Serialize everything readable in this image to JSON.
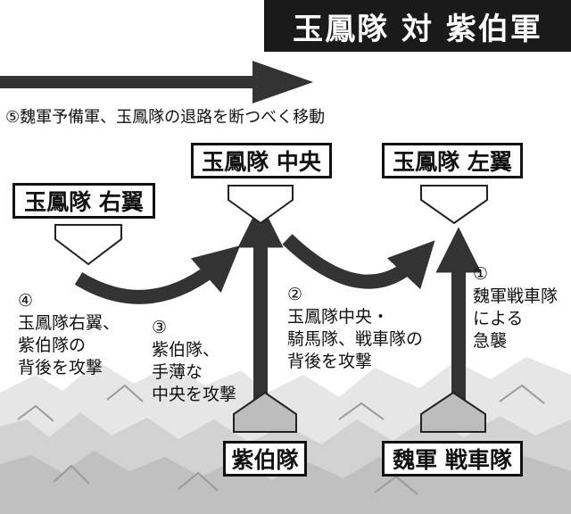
{
  "title": "玉鳳隊 対 紫伯軍",
  "caption": "⑤魏軍予備軍、玉鳳隊の退路を断つべく移動",
  "units": {
    "right_wing": "玉鳳隊 右翼",
    "center": "玉鳳隊 中央",
    "left_wing": "玉鳳隊 左翼",
    "shihaku": "紫伯隊",
    "gi_chariots": "魏軍 戦車隊"
  },
  "annotations": {
    "a1": "①\n魏軍戦車隊\nによる\n急襲",
    "a2": "②\n玉鳳隊中央・\n騎馬隊、戦車隊の\n背後を攻撃",
    "a3": "③\n紫伯隊、\n手薄な\n中央を攻撃",
    "a4": "④\n玉鳳隊右翼、\n紫伯隊の\n背後を攻撃"
  },
  "colors": {
    "title_bg": "#1a1a1a",
    "arrow": "#333333",
    "enemy_unit": "#bdbdbd",
    "ally_unit": "#ffffff"
  }
}
